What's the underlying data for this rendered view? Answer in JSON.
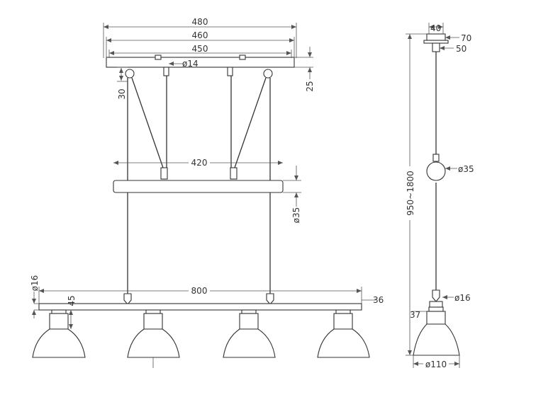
{
  "dimensions": {
    "canopy_outer": "480",
    "canopy_mid": "460",
    "canopy_inner": "450",
    "rod_dia": "ø14",
    "canopy_thk": "25",
    "hook_drop": "30",
    "crossbar_span": "420",
    "crossbar_dia": "ø35",
    "tube_dia": "ø16",
    "lamp_offset": "45",
    "bar_length": "800",
    "bar_end": "36",
    "side_top": "40",
    "side_canopy_w": "70",
    "side_canopy_h": "50",
    "side_height": "950~1800",
    "side_ball": "ø35",
    "side_tube": "ø16",
    "side_shade_h": "37",
    "side_shade_w": "ø110"
  }
}
